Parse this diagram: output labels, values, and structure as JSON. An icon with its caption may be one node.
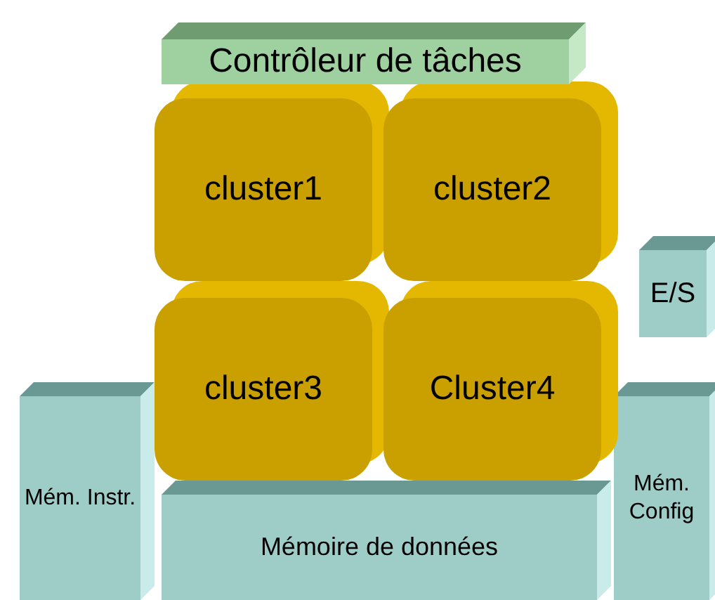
{
  "diagram": {
    "nodes": [
      {
        "text": [
          "Contrôleur de tâches"
        ]
      },
      {
        "text": [
          "cluster1"
        ]
      },
      {
        "text": [
          "cluster2"
        ]
      },
      {
        "text": [
          "E/S"
        ]
      },
      {
        "text": [
          "cluster3"
        ]
      },
      {
        "text": [
          "Cluster4"
        ]
      },
      {
        "text": [
          "Mém. Instr."
        ]
      },
      {
        "text": [
          "Mém. Config"
        ]
      },
      {
        "text": [
          "Mémoire de données"
        ]
      }
    ],
    "edges": []
  }
}
